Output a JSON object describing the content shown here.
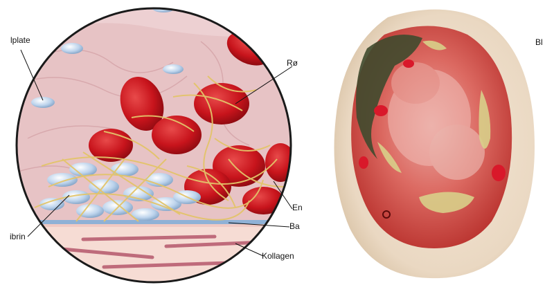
{
  "illustration": {
    "labels": {
      "platelet": "lplate",
      "red_cells": "Rø",
      "endothelium": "En",
      "basement": "Ba",
      "fibrin": "ibrin",
      "collagen": "Kollagen"
    }
  },
  "photo": {
    "label": "Bl"
  },
  "colors": {
    "red_cell": "#c8141c",
    "fibrin": "#e3c46a",
    "platelet": "#bcd3ec",
    "tissue": "#f3d6d4",
    "collagen": "#b5586c",
    "wound_bed": "#d4443e",
    "skin": "#efe1cd"
  }
}
